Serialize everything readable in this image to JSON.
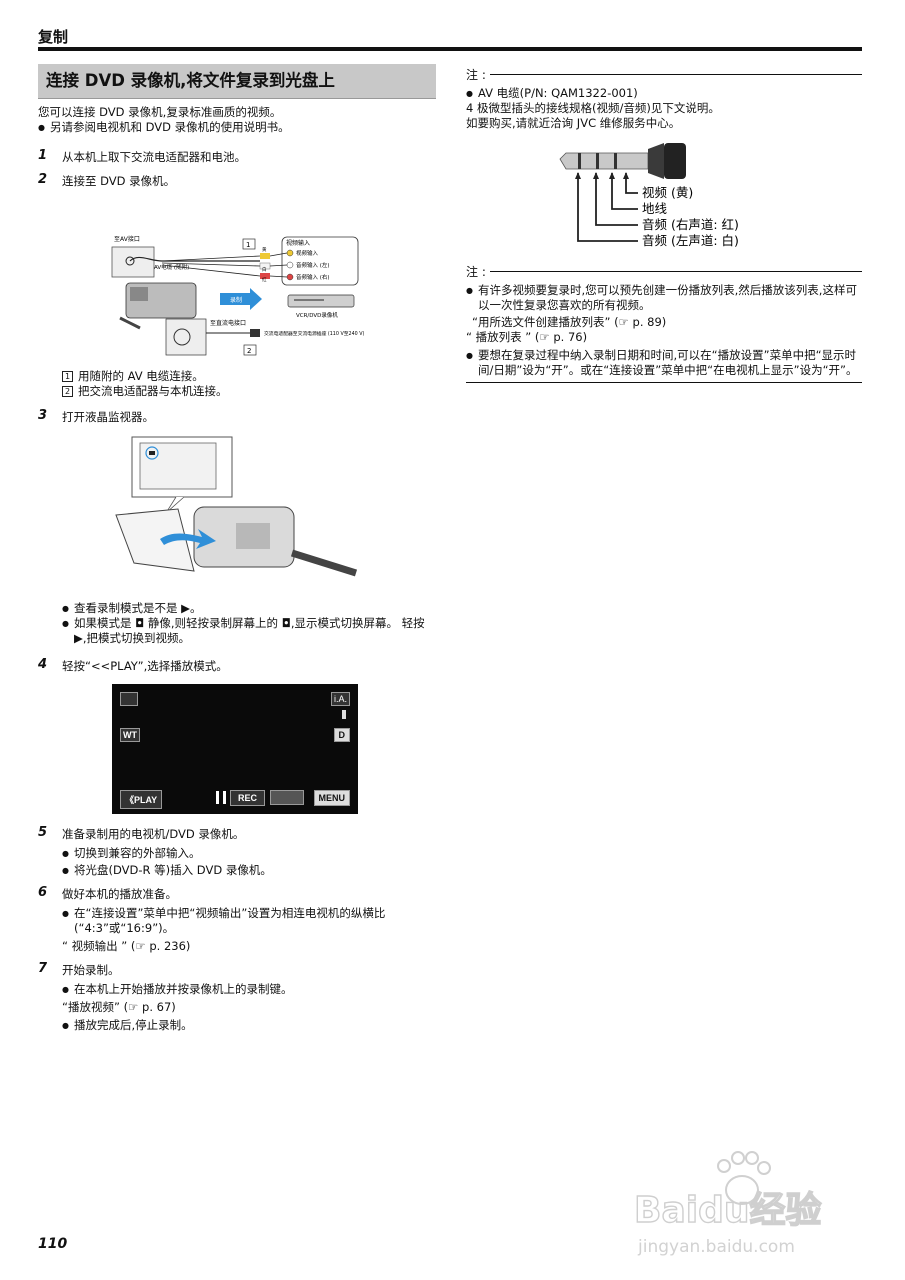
{
  "header": {
    "title": "复制"
  },
  "section": {
    "title": "连接 DVD 录像机,将文件复录到光盘上",
    "intro": "您可以连接 DVD 录像机,复录标准画质的视频。",
    "intro_bullet": "另请参阅电视机和 DVD 录像机的使用说明书。"
  },
  "steps": [
    {
      "num": "1",
      "text": "从本机上取下交流电适配器和电池。"
    },
    {
      "num": "2",
      "text": "连接至 DVD 录像机。"
    },
    {
      "num": "3",
      "text": "打开液晶监视器。"
    },
    {
      "num": "4",
      "text": "轻按“<<PLAY”,选择播放模式。"
    },
    {
      "num": "5",
      "text": "准备录制用的电视机/DVD 录像机。"
    },
    {
      "num": "6",
      "text": "做好本机的播放准备。"
    },
    {
      "num": "7",
      "text": "开始录制。"
    }
  ],
  "step2_diagram": {
    "av_port": "至AV接口",
    "av_cable": "AV电缆 (随附)",
    "video_in_header": "视频输入",
    "video_in": "视频输入",
    "audio_left": "音频输入 (左)",
    "audio_right": "音频输入 (右)",
    "color_yellow": "黄",
    "color_white": "白",
    "color_red": "红",
    "record": "录制",
    "dc_port": "至直流电接口",
    "adapter": "交流电适配器至交流电源插座 (110 V至240 V)",
    "recorder": "VCR/DVD录像机",
    "box1": "1",
    "box2": "2"
  },
  "step2_notes": [
    {
      "box": "1",
      "text": "用随附的 AV 电缆连接。"
    },
    {
      "box": "2",
      "text": "把交流电适配器与本机连接。"
    }
  ],
  "step3_bullets": [
    "查看录制模式是不是 ▶。",
    "如果模式是 ◘ 静像,则轻按录制屏幕上的 ◘,显示模式切换屏幕。 轻按 ▶,把模式切换到视频。"
  ],
  "step4_screen": {
    "ia": "i.A.",
    "wt": "WT",
    "d": "D",
    "play": "《PLAY",
    "rec": "REC",
    "menu": "MENU"
  },
  "step5_bullets": [
    "切换到兼容的外部输入。",
    "将光盘(DVD-R 等)插入 DVD 录像机。"
  ],
  "step6_bullets": [
    "在“连接设置”菜单中把“视频输出”设置为相连电视机的纵横比 (“4:3”或“16:9”)。"
  ],
  "step6_ref": "“ 视频输出 ” (☞ p. 236)",
  "step7_bullets": [
    "在本机上开始播放并按录像机上的录制键。",
    "播放完成后,停止录制。"
  ],
  "step7_ref": "“播放视频” (☞ p. 67)",
  "note1": {
    "label": "注 :",
    "bullet": "AV 电缆(P/N: QAM1322-001)",
    "text1": "4 极微型插头的接线规格(视频/音频)见下文说明。",
    "text2": "如要购买,请就近洽询 JVC 维修服务中心。",
    "plug_labels": [
      "视频 (黄)",
      "地线",
      "音频 (右声道: 红)",
      "音频 (左声道: 白)"
    ]
  },
  "note2": {
    "label": "注 :",
    "bullet1": "有许多视频要复录时,您可以预先创建一份播放列表,然后播放该列表,这样可以一次性复录您喜欢的所有视频。",
    "ref1": "“用所选文件创建播放列表” (☞ p. 89)",
    "ref2": "“ 播放列表 ” (☞ p. 76)",
    "bullet2": "要想在复录过程中纳入录制日期和时间,可以在“播放设置”菜单中把“显示时间/日期”设为“开”。或在“连接设置”菜单中把“在电视机上显示”设为“开”。"
  },
  "footer": {
    "page": "110"
  },
  "watermark": {
    "brand": "Baidu经验",
    "url": "jingyan.baidu.com"
  },
  "colors": {
    "title_bg": "#c8c8c8",
    "record_arrow": "#2f8fd8",
    "screen_bg": "#0a0a0a"
  }
}
